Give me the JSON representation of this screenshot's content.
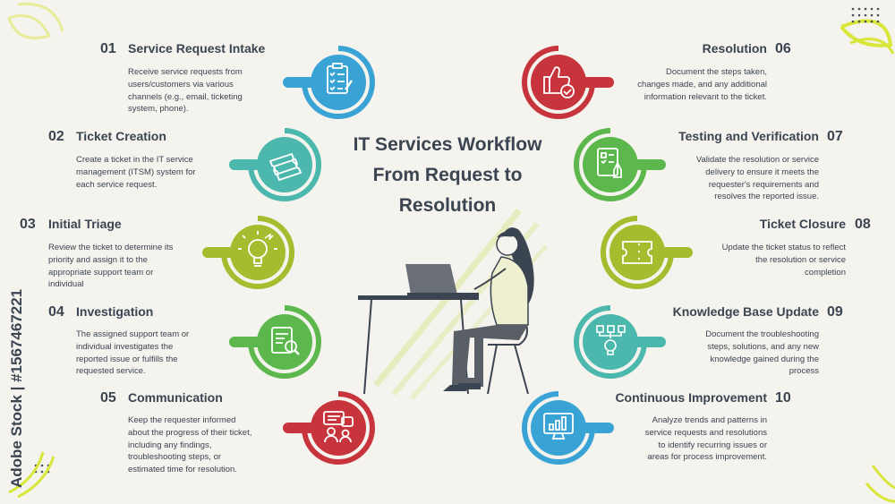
{
  "title_lines": [
    "IT Services Workflow",
    "From Request to",
    "Resolution"
  ],
  "watermark": "Adobe Stock | #1567467221",
  "steps": [
    {
      "num": "01",
      "title": "Service Request Intake",
      "desc": [
        "Receive service requests from",
        "users/customers via various",
        "channels (e.g., email, ticketing",
        "system, phone)."
      ],
      "color": "#3aa3d5",
      "icon": "checklist-icon"
    },
    {
      "num": "02",
      "title": "Ticket Creation",
      "desc": [
        "Create a ticket in the IT service",
        "management (ITSM) system for",
        "each service request."
      ],
      "color": "#4cb8ad",
      "icon": "ticket-icon"
    },
    {
      "num": "03",
      "title": "Initial Triage",
      "desc": [
        "Review the ticket to determine its",
        "priority and assign it to the",
        "appropriate support team or",
        "individual"
      ],
      "color": "#a6bc2f",
      "icon": "lightbulb-icon"
    },
    {
      "num": "04",
      "title": "Investigation",
      "desc": [
        "The assigned support team or",
        "individual investigates the",
        "reported issue or fulfills the",
        "requested service."
      ],
      "color": "#5cb84c",
      "icon": "document-search-icon"
    },
    {
      "num": "05",
      "title": "Communication",
      "desc": [
        "Keep the requester informed",
        "about the progress of their ticket,",
        "including any findings,",
        "troubleshooting steps, or",
        "estimated time for resolution."
      ],
      "color": "#c8343c",
      "icon": "chat-people-icon"
    },
    {
      "num": "06",
      "title": "Resolution",
      "desc": [
        "Document the steps taken,",
        "changes made, and any additional",
        "information relevant to the ticket."
      ],
      "color": "#c8343c",
      "icon": "thumbs-up-check-icon"
    },
    {
      "num": "07",
      "title": "Testing and Verification",
      "desc": [
        "Validate the resolution or service",
        "delivery to ensure it meets the",
        "requester's requirements and",
        "resolves the reported issue."
      ],
      "color": "#5cb84c",
      "icon": "test-document-icon"
    },
    {
      "num": "08",
      "title": "Ticket Closure",
      "desc": [
        "Update the ticket status to reflect",
        "the resolution or service",
        "completion"
      ],
      "color": "#a6bc2f",
      "icon": "closed-ticket-icon"
    },
    {
      "num": "09",
      "title": "Knowledge Base Update",
      "desc": [
        "Document the troubleshooting",
        "steps, solutions, and any new",
        "knowledge gained during the",
        "process"
      ],
      "color": "#4cb8ad",
      "icon": "knowledge-network-icon"
    },
    {
      "num": "10",
      "title": "Continuous Improvement",
      "desc": [
        "Analyze trends and patterns in",
        "service requests and resolutions",
        "to identify recurring issues or",
        "areas for process improvement."
      ],
      "color": "#3aa3d5",
      "icon": "chart-monitor-icon"
    }
  ]
}
